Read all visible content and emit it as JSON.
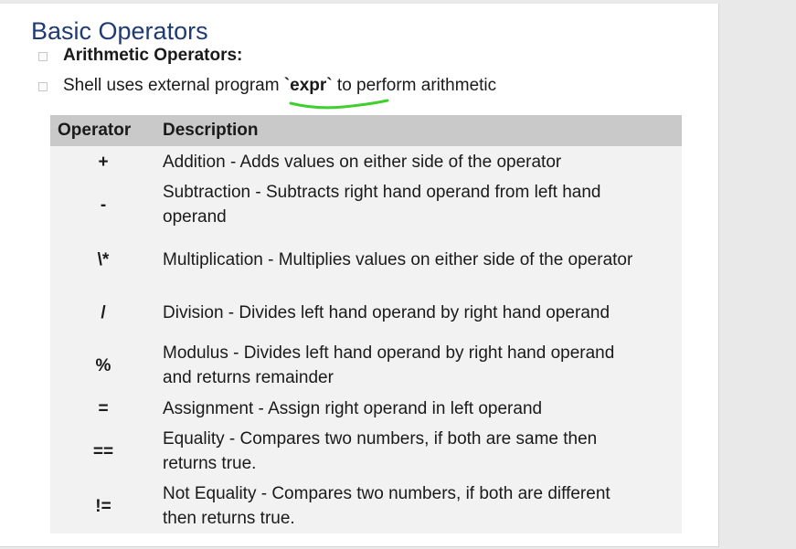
{
  "slide": {
    "title": "Basic Operators",
    "bullets": [
      {
        "text": "Arithmetic Operators:"
      },
      {
        "prefix": "Shell uses external program ",
        "code": "`expr`",
        "suffix": " to perform arithmetic"
      }
    ]
  },
  "table": {
    "headers": {
      "operator": "Operator",
      "description": "Description"
    },
    "rows": [
      {
        "op": "+",
        "desc": "Addition - Adds values on either side of the operator"
      },
      {
        "op": "-",
        "desc": "Subtraction - Subtracts right hand operand from left hand operand"
      },
      {
        "op": "\\*",
        "desc": "Multiplication - Multiplies values on either side of the operator"
      },
      {
        "op": "/",
        "desc": "Division - Divides left hand operand by right hand operand"
      },
      {
        "op": "%",
        "desc": "Modulus - Divides left hand operand by right hand operand and returns remainder"
      },
      {
        "op": "=",
        "desc": "Assignment - Assign right operand in left operand"
      },
      {
        "op": "==",
        "desc": "Equality - Compares two numbers, if both are same then returns true."
      },
      {
        "op": "!=",
        "desc": "Not Equality - Compares two numbers, if both are different then returns true."
      }
    ]
  },
  "colors": {
    "title": "#1f3b73",
    "header_bg": "#c9c9c9",
    "table_bg": "#f2f2f2",
    "annotation": "#3fcf2f"
  }
}
